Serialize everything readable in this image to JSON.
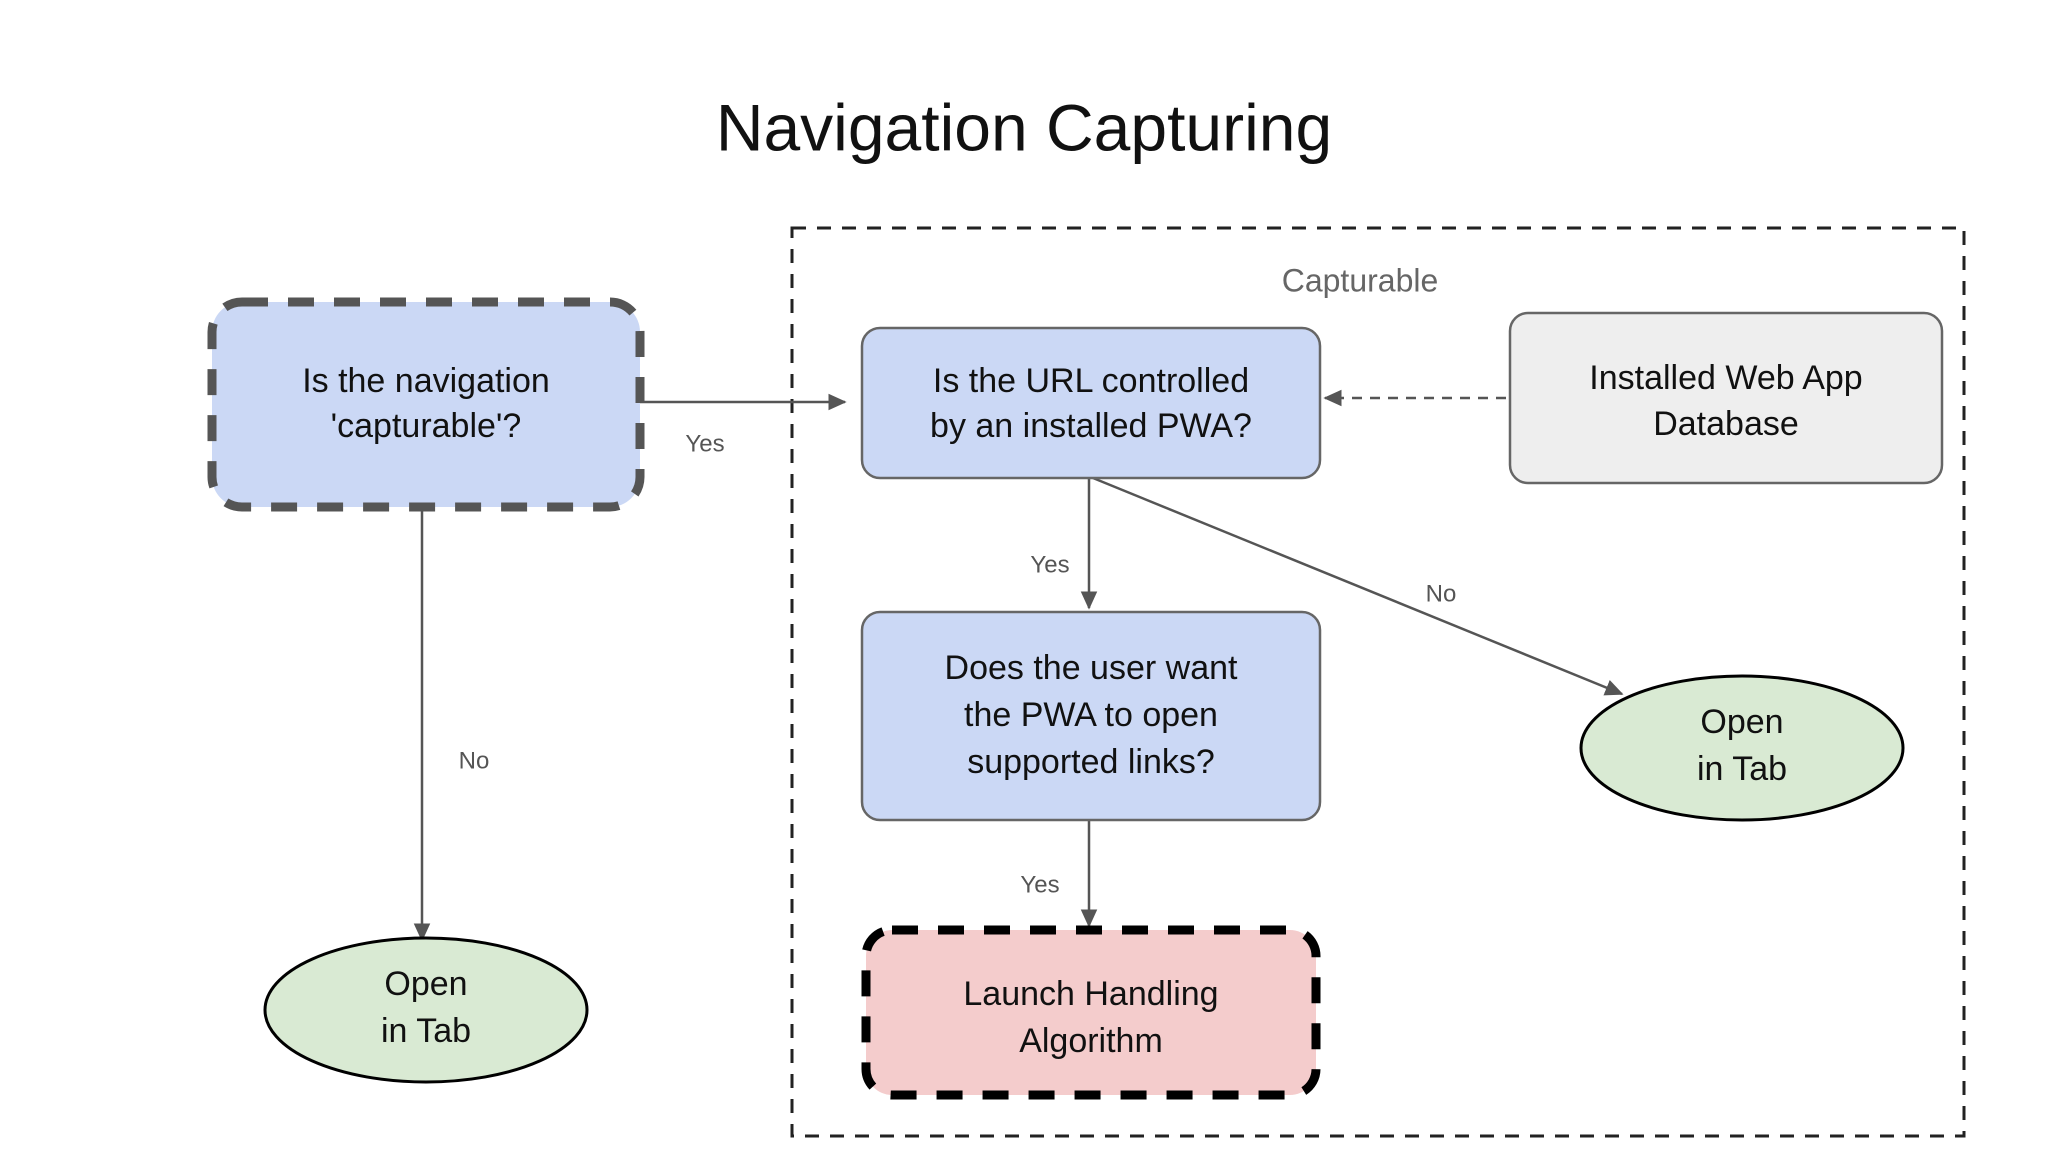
{
  "diagram": {
    "title": "Navigation Capturing",
    "group": {
      "label": "Capturable"
    },
    "nodes": {
      "capturable_question": {
        "line1": "Is the navigation",
        "line2": "'capturable'?",
        "shape": "rounded-rect-dashed",
        "fill": "#cbd8f5",
        "stroke": "#555555"
      },
      "url_controlled_question": {
        "line1": "Is the URL controlled",
        "line2": "by an installed PWA?",
        "shape": "rounded-rect",
        "fill": "#cbd8f5",
        "stroke": "#666666"
      },
      "installed_web_app_database": {
        "line1": "Installed Web App",
        "line2": "Database",
        "shape": "rounded-rect",
        "fill": "#eeeeee",
        "stroke": "#666666"
      },
      "user_want_question": {
        "line1": "Does the user want",
        "line2": "the PWA to open",
        "line3": "supported links?",
        "shape": "rounded-rect",
        "fill": "#cbd8f5",
        "stroke": "#666666"
      },
      "launch_handling_algorithm": {
        "line1": "Launch Handling",
        "line2": "Algorithm",
        "shape": "rounded-rect-dashed",
        "fill": "#f4cccc",
        "stroke": "#000000"
      },
      "open_in_tab_left": {
        "line1": "Open",
        "line2": "in Tab",
        "shape": "ellipse",
        "fill": "#d9ead3",
        "stroke": "#000000"
      },
      "open_in_tab_right": {
        "line1": "Open",
        "line2": "in Tab",
        "shape": "ellipse",
        "fill": "#d9ead3",
        "stroke": "#000000"
      }
    },
    "edges": {
      "capturable_yes": "Yes",
      "capturable_no": "No",
      "url_yes": "Yes",
      "url_no": "No",
      "user_want_yes": "Yes"
    }
  }
}
